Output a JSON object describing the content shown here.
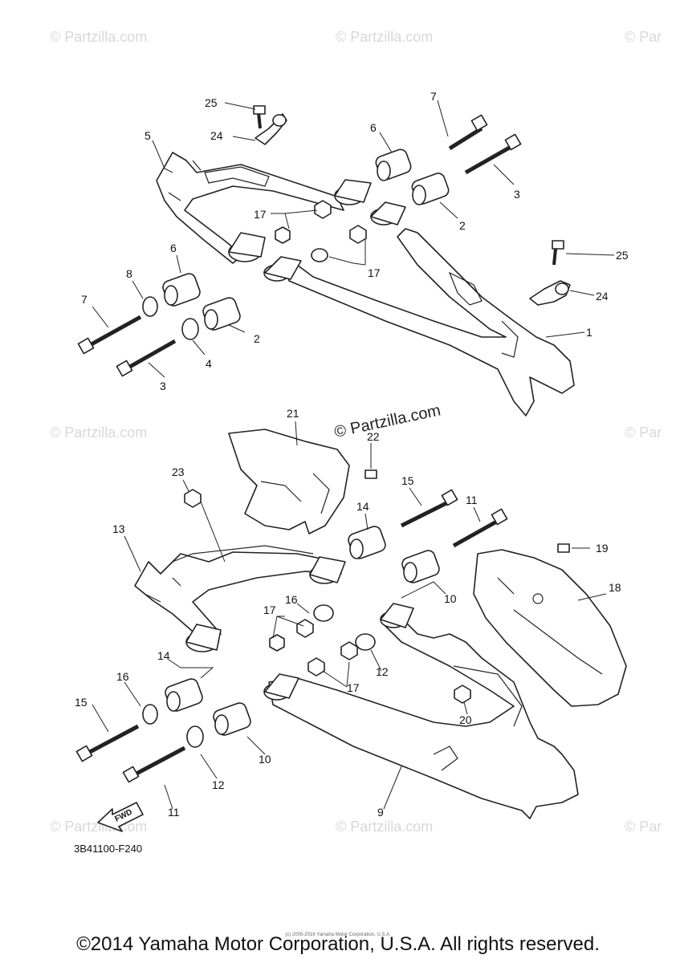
{
  "watermarks": {
    "corner": "© Partzilla.com",
    "corner_right": "© Par",
    "center": "© Partzilla.com"
  },
  "diagram_code": "3B41100-F240",
  "fwd_label": "FWD",
  "small_note": "(c) 2005-2016 Yamaha Motor Corporation, U.S.A.",
  "copyright": "©2014 Yamaha Motor Corporation, U.S.A. All rights reserved.",
  "callouts": {
    "c1": "1",
    "c2": "2",
    "c3": "3",
    "c4": "4",
    "c5": "5",
    "c6": "6",
    "c7": "7",
    "c8": "8",
    "c9": "9",
    "c10": "10",
    "c11": "11",
    "c12": "12",
    "c13": "13",
    "c14": "14",
    "c15": "15",
    "c16": "16",
    "c17": "17",
    "c18": "18",
    "c19": "19",
    "c20": "20",
    "c21": "21",
    "c22": "22",
    "c23": "23",
    "c24": "24",
    "c25": "25"
  }
}
